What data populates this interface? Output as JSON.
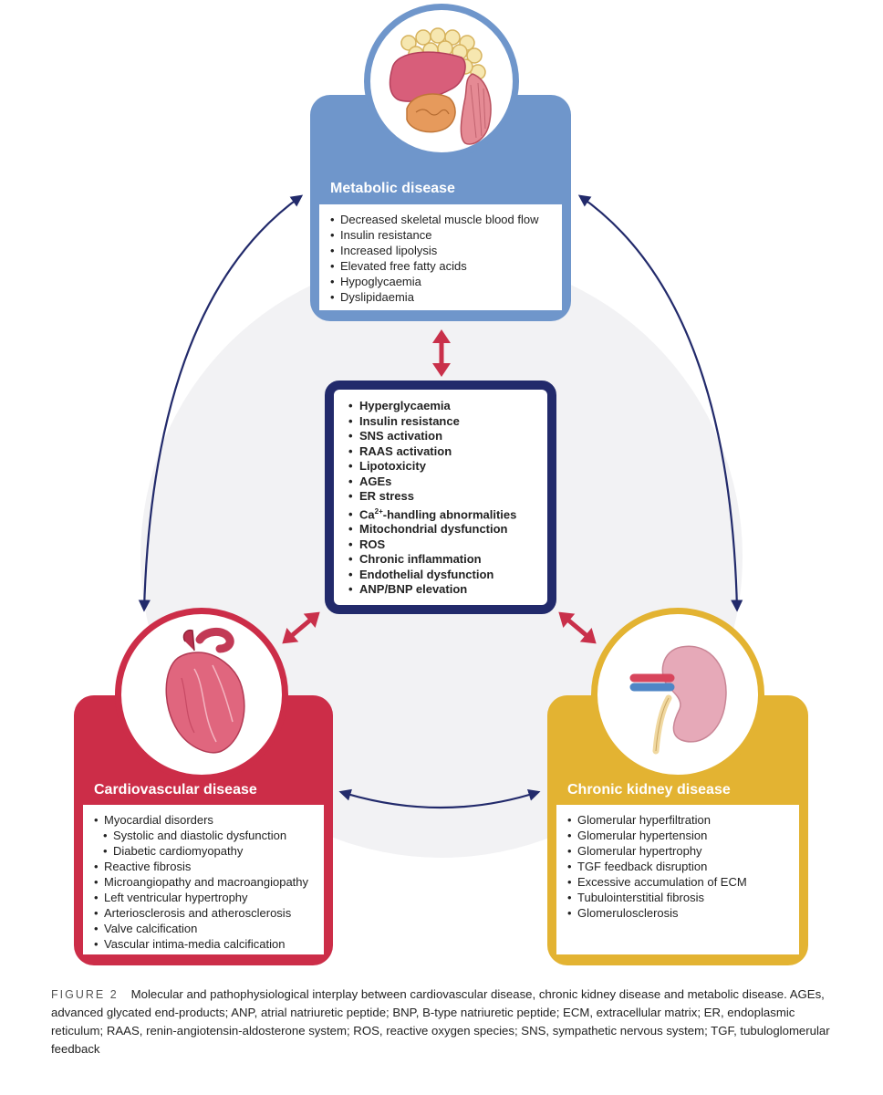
{
  "colors": {
    "metabolic": "#6f96cb",
    "cardiovascular": "#cc2d48",
    "kidney": "#e3b332",
    "center_border": "#222a6b",
    "arrow_navy": "#222a6b",
    "arrow_red": "#c9304a",
    "backdrop_circle": "#f2f2f4"
  },
  "icons": {
    "metabolic": "liver-pancreas-fat-muscle-icon",
    "cardiovascular": "heart-icon",
    "kidney": "kidney-icon"
  },
  "metabolic": {
    "title": "Metabolic disease",
    "items": [
      "Decreased skeletal muscle blood flow",
      "Insulin resistance",
      "Increased lipolysis",
      "Elevated free fatty acids",
      "Hypoglycaemia",
      "Dyslipidaemia"
    ]
  },
  "center": {
    "items": [
      "Hyperglycaemia",
      "Insulin resistance",
      "SNS activation",
      "RAAS activation",
      "Lipotoxicity",
      "AGEs",
      "ER stress",
      "Ca",
      "Mitochondrial dysfunction",
      "ROS",
      "Chronic inflammation",
      "Endothelial dysfunction",
      "ANP/BNP elevation"
    ],
    "ca_superscript": "2+",
    "ca_suffix": "-handling abnormalities"
  },
  "cardiovascular": {
    "title": "Cardiovascular disease",
    "items": [
      "Myocardial disorders",
      "Systolic and diastolic dysfunction",
      "Diabetic cardiomyopathy",
      "Reactive fibrosis",
      "Microangiopathy and macroangiopathy",
      "Left ventricular hypertrophy",
      "Arteriosclerosis and atherosclerosis",
      "Valve calcification",
      "Vascular intima-media calcification"
    ]
  },
  "kidney": {
    "title": "Chronic kidney disease",
    "items": [
      "Glomerular hyperfiltration",
      "Glomerular hypertension",
      "Glomerular hypertrophy",
      "TGF feedback disruption",
      "Excessive accumulation of ECM",
      "Tubulointerstitial fibrosis",
      "Glomerulosclerosis"
    ]
  },
  "caption": {
    "label": "FIGURE 2",
    "text": "Molecular and pathophysiological interplay between cardiovascular disease, chronic kidney disease and metabolic disease. AGEs, advanced glycated end-products; ANP, atrial natriuretic peptide; BNP, B-type natriuretic peptide; ECM, extracellular matrix; ER, endoplasmic reticulum; RAAS, renin-angiotensin-aldosterone system; ROS, reactive oxygen species; SNS, sympathetic nervous system; TGF, tubuloglomerular feedback"
  }
}
